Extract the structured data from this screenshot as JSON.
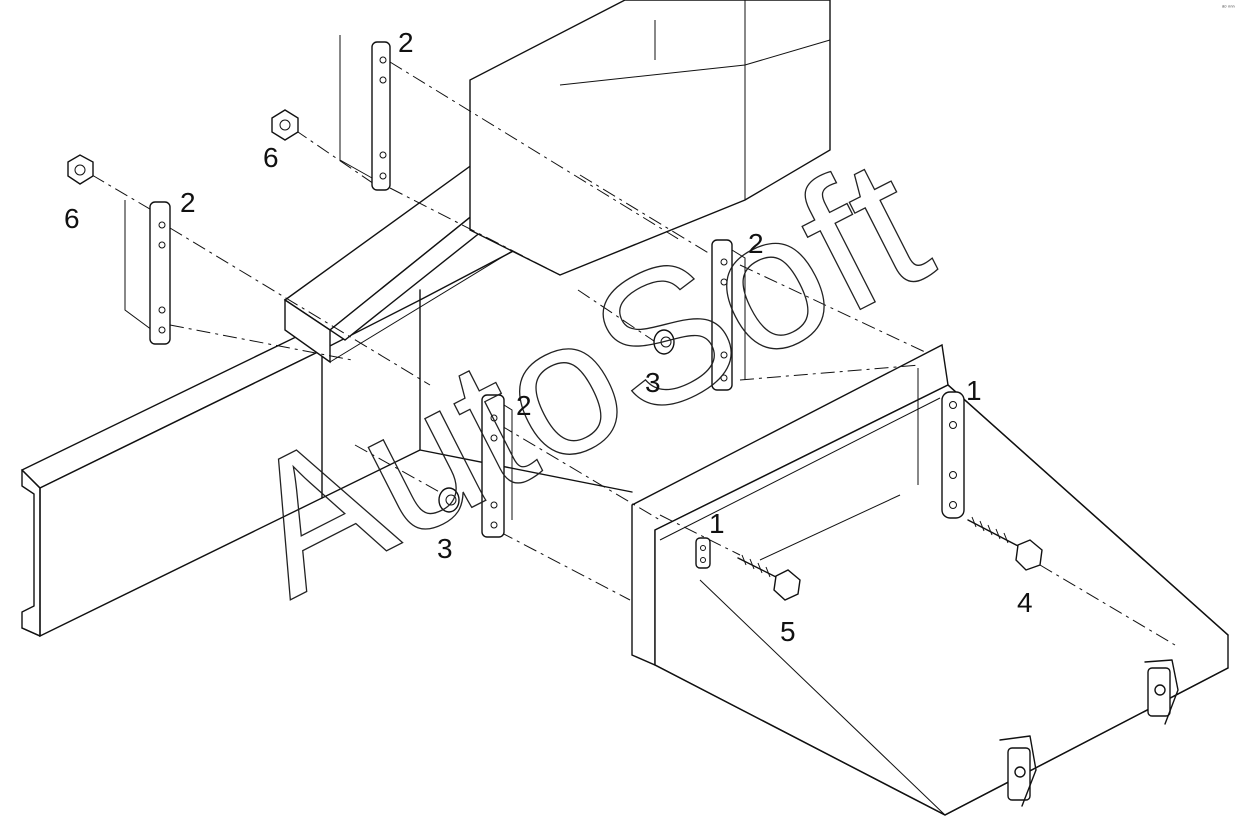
{
  "diagram": {
    "watermark": "AutoSoft",
    "corner_mark": "ᵃᵒ ⁿⁿⁿ",
    "callouts": {
      "bracket_top_center": "2",
      "bracket_left": "2",
      "bracket_right": "2",
      "bracket_middle": "2",
      "nut_top": "6",
      "nut_left": "6",
      "nut_right": "3",
      "nut_middle": "3",
      "strap_right": "1",
      "strap_left": "1",
      "bolt_right": "4",
      "bolt_left": "5"
    }
  }
}
